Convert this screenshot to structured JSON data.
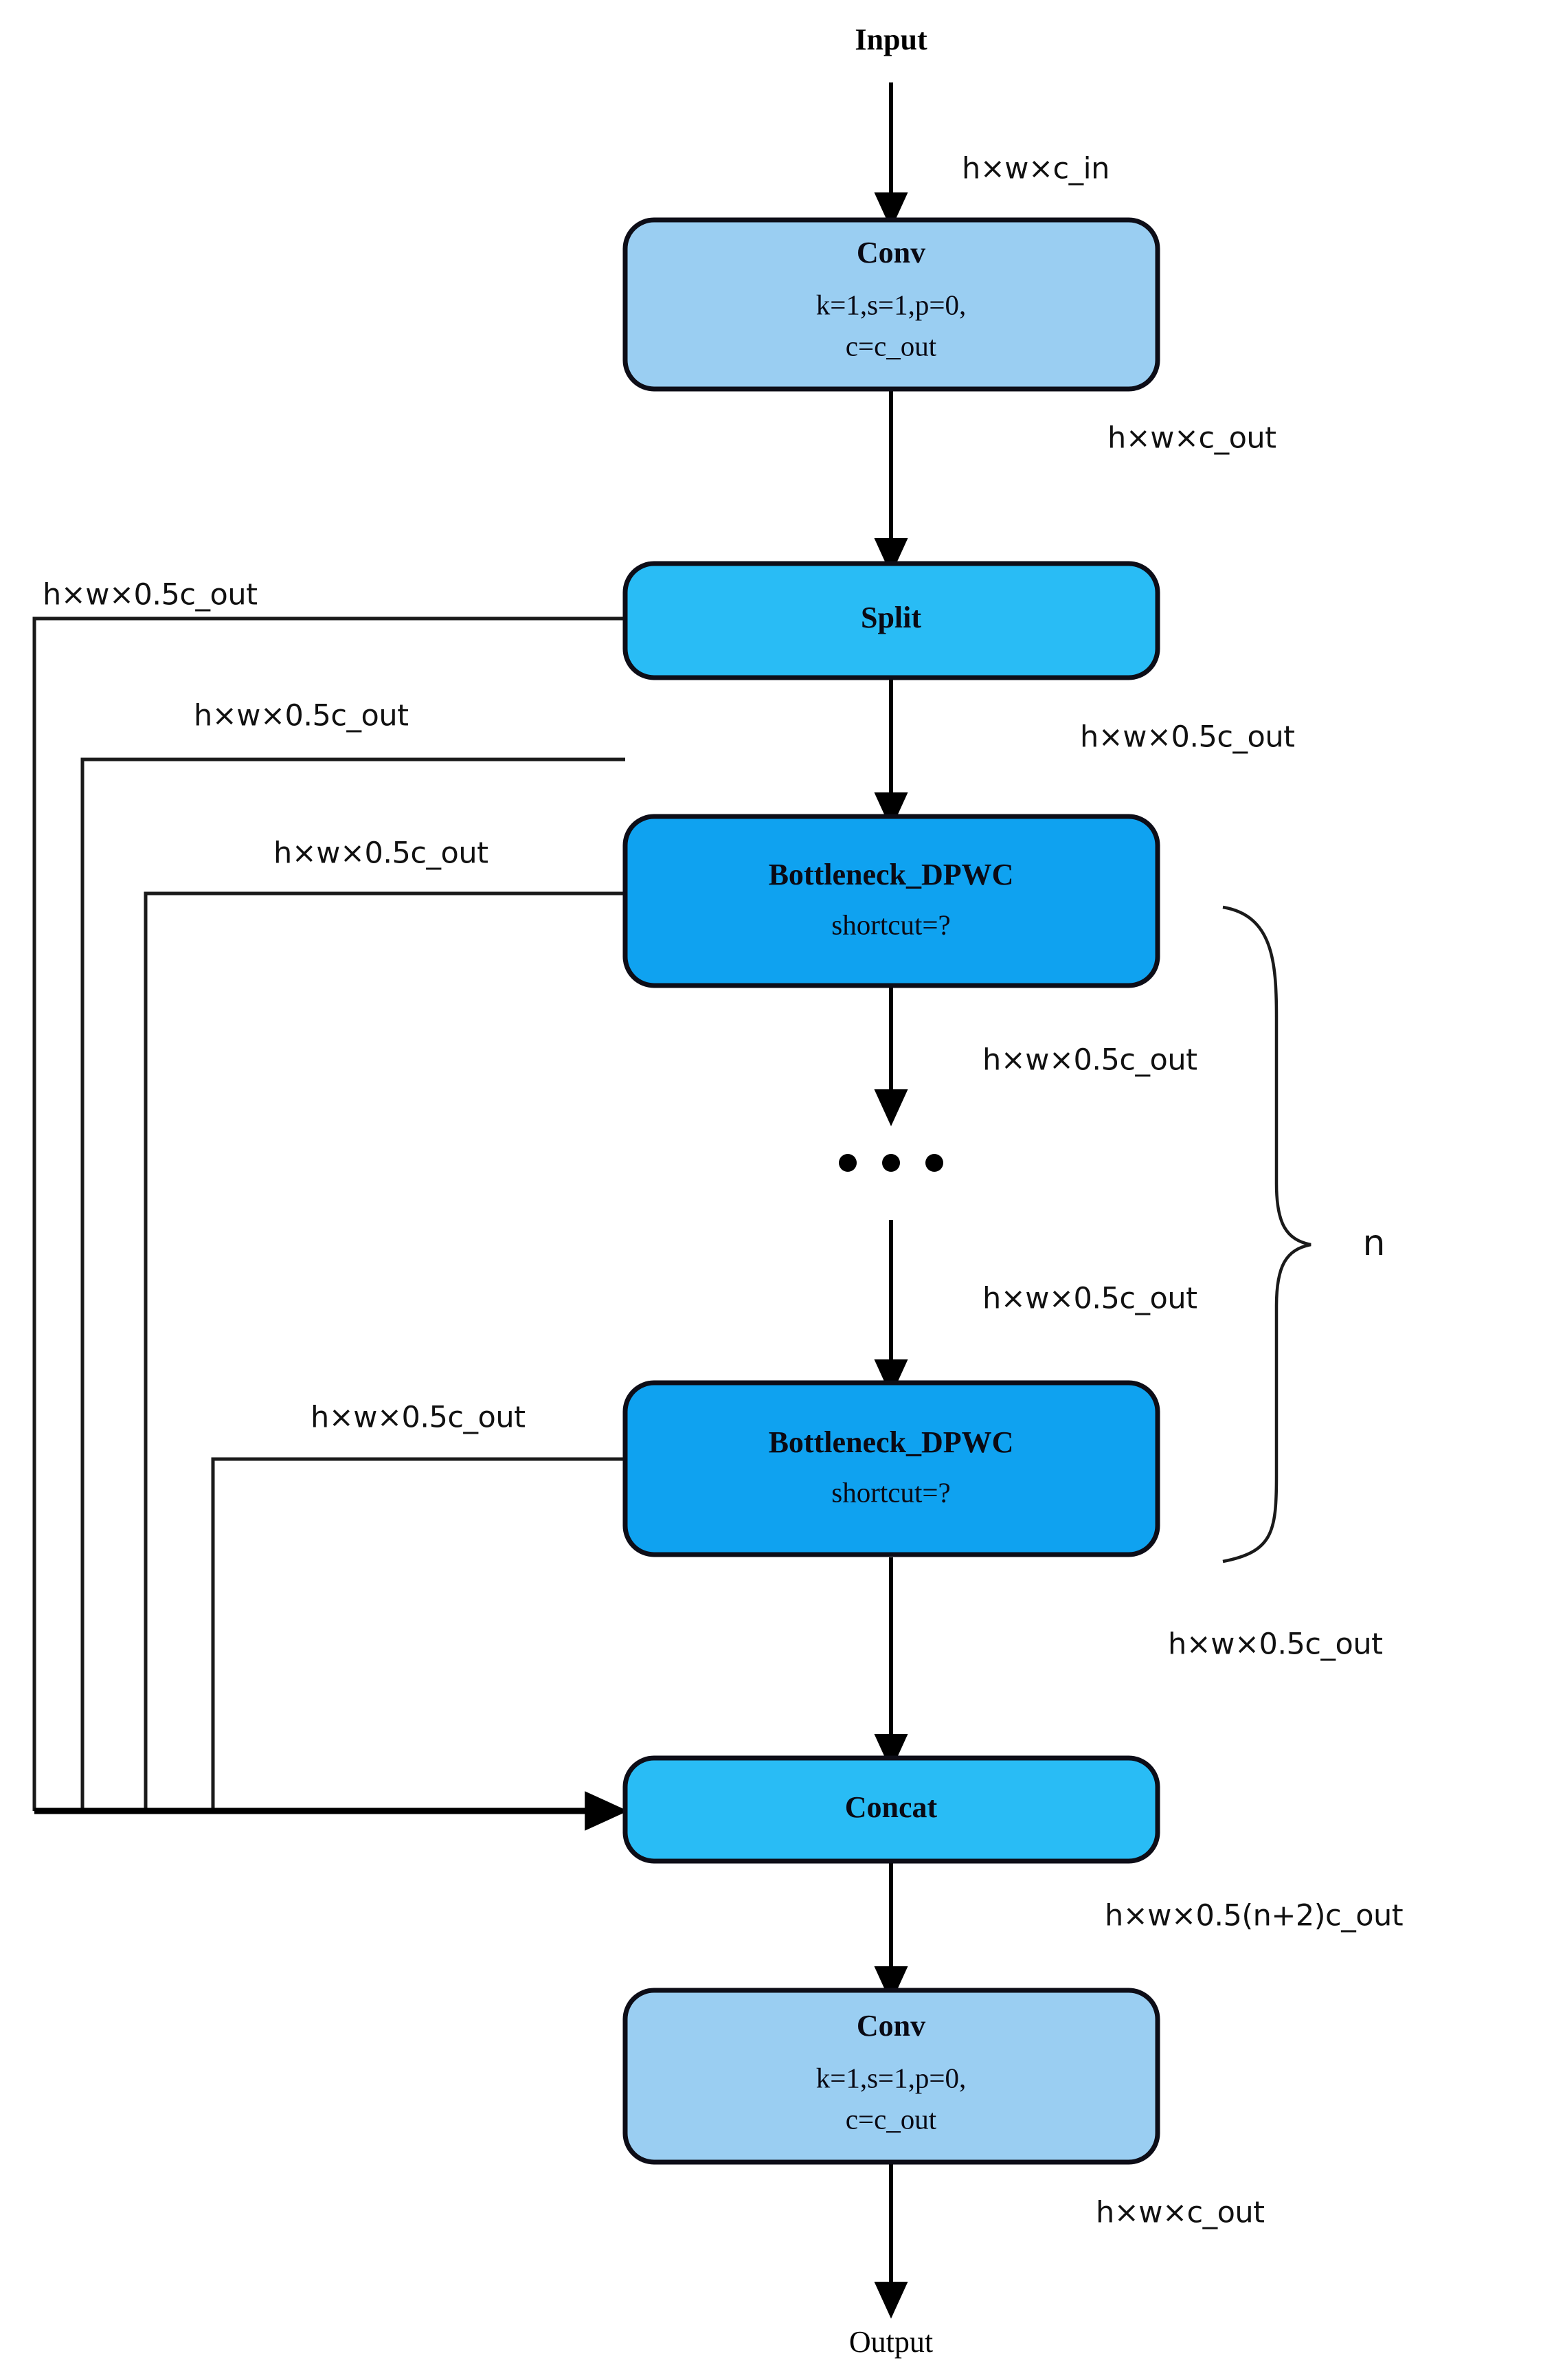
{
  "diagram": {
    "title_endpoints": {
      "input": "Input",
      "output": "Output"
    },
    "repeat_annotation": "n",
    "ellipsis": "• • •",
    "colors": {
      "conv_fill": "#9ACEF2",
      "split_fill": "#29BCF5",
      "bottleneck_fill": "#0FA2F0",
      "concat_fill": "#29BCF5",
      "stroke": "#0d0d17",
      "line": "#000000",
      "text": "#0a0a14"
    },
    "nodes": [
      {
        "id": "conv-top",
        "title": "Conv",
        "sub1": "k=1,s=1,p=0,",
        "sub2": "c=c_out"
      },
      {
        "id": "split",
        "title": "Split",
        "sub1": "",
        "sub2": ""
      },
      {
        "id": "bottleneck-first",
        "title": "Bottleneck_DPWC",
        "sub1": "shortcut=?",
        "sub2": ""
      },
      {
        "id": "bottleneck-last",
        "title": "Bottleneck_DPWC",
        "sub1": "shortcut=?",
        "sub2": ""
      },
      {
        "id": "concat",
        "title": "Concat",
        "sub1": "",
        "sub2": ""
      },
      {
        "id": "conv-bottom",
        "title": "Conv",
        "sub1": "k=1,s=1,p=0,",
        "sub2": "c=c_out"
      }
    ],
    "tensor_labels": {
      "input_to_conv": "h×w×c_in",
      "conv_to_split": "h×w×c_out",
      "split_skip_left": "h×w×0.5c_out",
      "split_to_bottleneck": "h×w×0.5c_out",
      "split_branch_left": "h×w×0.5c_out",
      "bottleneck1_skip_left": "h×w×0.5c_out",
      "bottleneck1_down": "h×w×0.5c_out",
      "ellipsis_down": "h×w×0.5c_out",
      "bottleneck_last_skip_left": "h×w×0.5c_out",
      "bottleneck_last_down": "h×w×0.5c_out",
      "concat_to_conv": "h×w×0.5(n+2)c_out",
      "conv_to_output": "h×w×c_out"
    }
  }
}
